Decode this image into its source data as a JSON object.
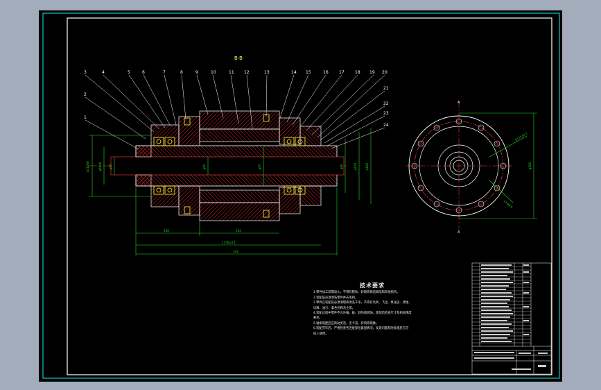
{
  "drawing": {
    "section_label": "B-B",
    "part_numbers": [
      "1",
      "2",
      "3",
      "4",
      "5",
      "6",
      "7",
      "8",
      "9",
      "10",
      "11",
      "12",
      "13",
      "14",
      "15",
      "16",
      "17",
      "18",
      "19",
      "20",
      "21",
      "22",
      "23",
      "24"
    ],
    "view_cut_label_top": "A",
    "view_cut_label_bottom": "A"
  },
  "technical_requirements": {
    "title": "技术要求",
    "items": [
      "1.零件加工前需退火，不得有裂纹、砂眼等铸造缺陷和其他损伤。",
      "2.装配前必须清洗零件并去毛刺。",
      "3.零件在装配前必须清理和清洗干净，不得有毛刺、飞边、氧化皮、锈蚀、",
      "  切屑、油污、着色剂和灰尘等。",
      "4.装配过程中零件不允许磕、碰、划伤和锈蚀，装配后检查尺寸及相关精度",
      "  要求。",
      "5.轴承装配后应转动灵活，无卡滞、异响等现象。",
      "6.装配完毕后，严格检查各连接部位紧固情况，发现问题及时处理后方可",
      "  投入使用。"
    ]
  },
  "colors": {
    "background": "#000000",
    "frame": "#ffffff",
    "border": "#00ffff",
    "hatch": "#ff0000",
    "parts": "#ffff00",
    "dimension": "#00ff00",
    "gray_window": "#a3acbb"
  }
}
